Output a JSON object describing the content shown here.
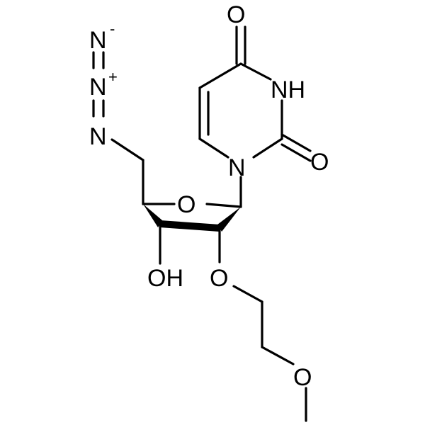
{
  "structure": {
    "labels": {
      "azide_n_terminal": "N",
      "azide_n_terminal_charge": "-",
      "azide_n_middle": "N",
      "azide_n_middle_charge": "+",
      "azide_n_attached": "N",
      "ring_oxygen": "O",
      "hydroxyl": "OH",
      "ether_oxygen_1": "O",
      "ether_oxygen_2": "O",
      "n1": "N",
      "nh": "NH",
      "carbonyl_o_top": "O",
      "carbonyl_o_right": "O"
    },
    "colors": {
      "ink": "#000000",
      "background": "#ffffff"
    }
  }
}
